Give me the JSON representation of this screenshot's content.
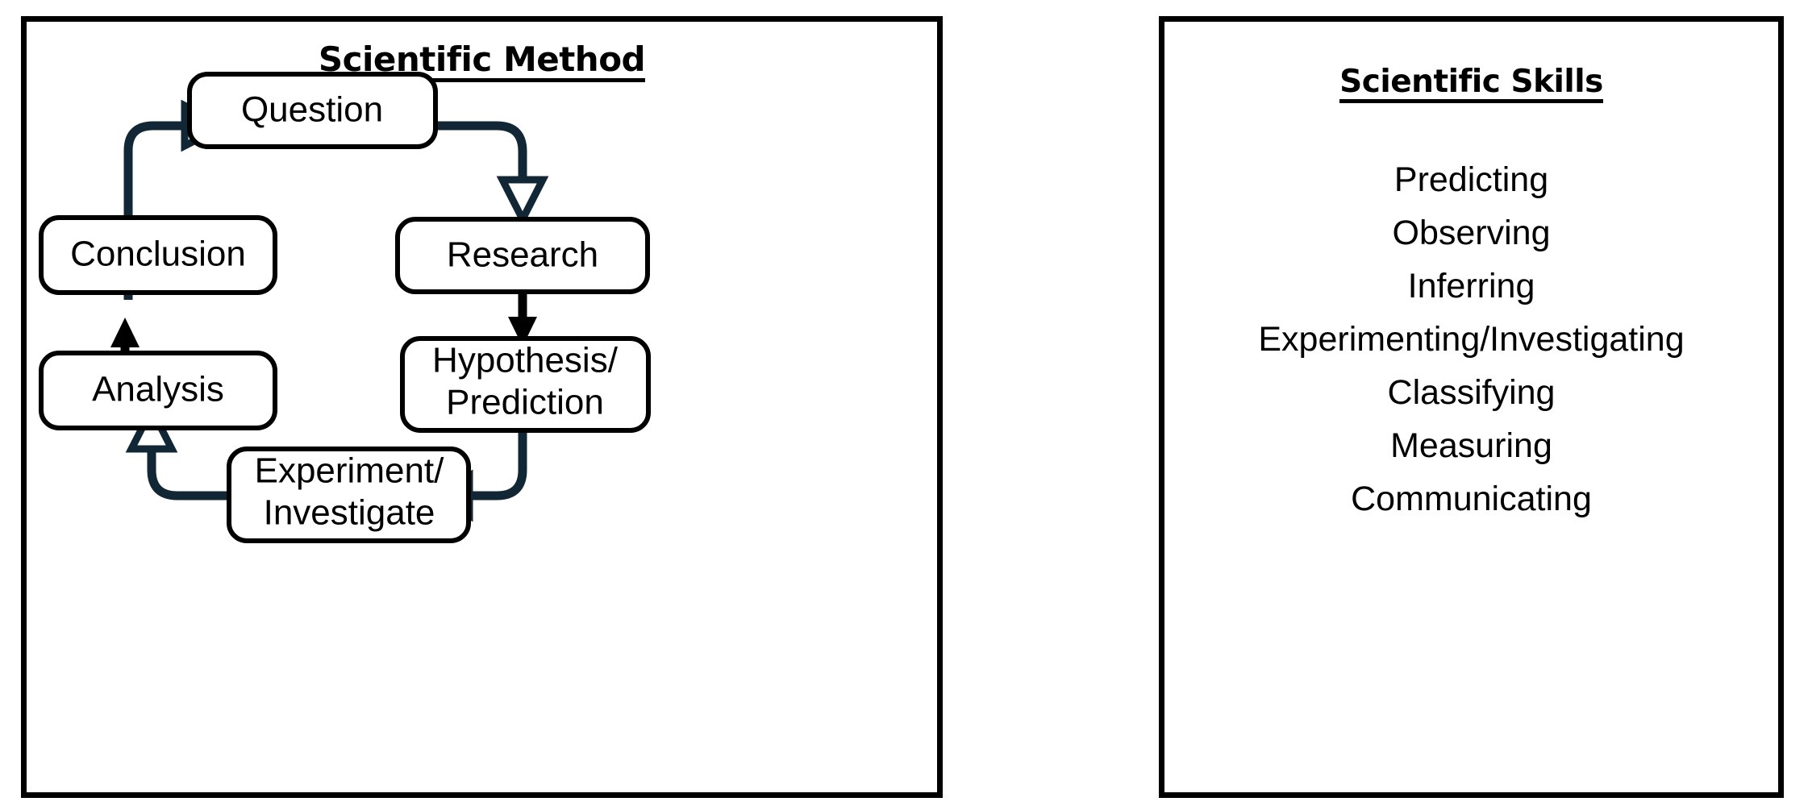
{
  "method_panel": {
    "title": "Scientific Method",
    "nodes": [
      {
        "id": "question",
        "label": "Question",
        "lines": [
          "Question"
        ]
      },
      {
        "id": "research",
        "label": "Research",
        "lines": [
          "Research"
        ]
      },
      {
        "id": "hypothesis",
        "label": "Hypothesis/Prediction",
        "lines": [
          "Hypothesis/",
          "Prediction"
        ]
      },
      {
        "id": "experiment",
        "label": "Experiment/Investigate",
        "lines": [
          "Experiment/",
          "Investigate"
        ]
      },
      {
        "id": "analysis",
        "label": "Analysis",
        "lines": [
          "Analysis"
        ]
      },
      {
        "id": "conclusion",
        "label": "Conclusion",
        "lines": [
          "Conclusion"
        ]
      }
    ],
    "edges": [
      {
        "from": "question",
        "to": "research",
        "style": "curved-hollow-navy"
      },
      {
        "from": "research",
        "to": "hypothesis",
        "style": "straight-filled-black"
      },
      {
        "from": "hypothesis",
        "to": "experiment",
        "style": "curved-hollow-navy"
      },
      {
        "from": "experiment",
        "to": "analysis",
        "style": "curved-hollow-navy"
      },
      {
        "from": "analysis",
        "to": "conclusion",
        "style": "straight-filled-black"
      },
      {
        "from": "conclusion",
        "to": "question",
        "style": "curved-hollow-navy"
      }
    ]
  },
  "skills_panel": {
    "title": "Scientific Skills",
    "skills": [
      "Predicting",
      "Observing",
      "Inferring",
      "Experimenting/Investigating",
      "Classifying",
      "Measuring",
      "Communicating"
    ]
  },
  "colors": {
    "border": "#000000",
    "arrow_navy": "#122736",
    "arrow_black": "#000000",
    "background": "#ffffff",
    "text": "#000000"
  }
}
